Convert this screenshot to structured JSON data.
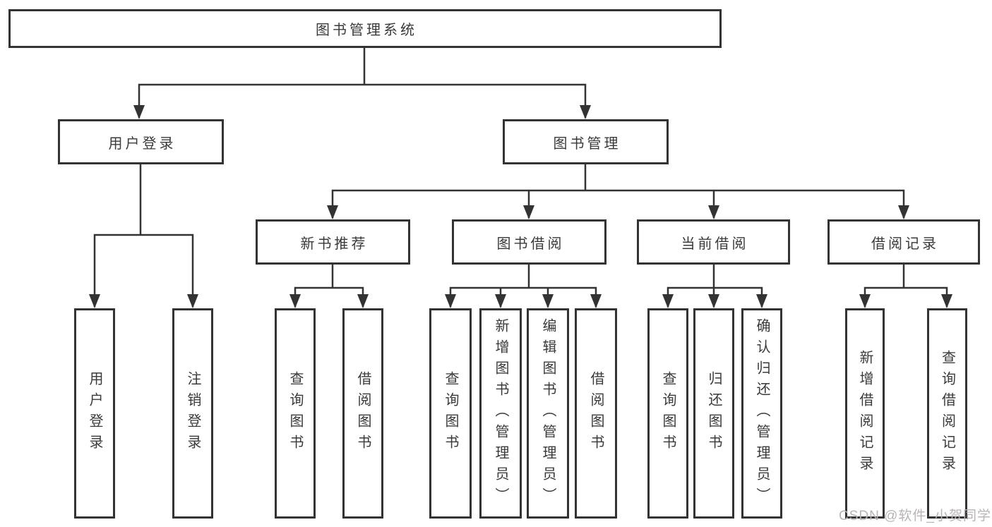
{
  "diagram": {
    "title_node": "图书管理系统",
    "root": {
      "label": "图书管理系统"
    },
    "branches": [
      {
        "label": "用户登录",
        "children": [
          {
            "label": "用户登录"
          },
          {
            "label": "注销登录"
          }
        ]
      },
      {
        "label": "图书管理",
        "sections": [
          {
            "label": "新书推荐",
            "children": [
              {
                "label": "查询图书"
              },
              {
                "label": "借阅图书"
              }
            ]
          },
          {
            "label": "图书借阅",
            "children": [
              {
                "label": "查询图书"
              },
              {
                "label": "新增图书（管理员）"
              },
              {
                "label": "编辑图书（管理员）"
              },
              {
                "label": "借阅图书"
              }
            ]
          },
          {
            "label": "当前借阅",
            "children": [
              {
                "label": "查询图书"
              },
              {
                "label": "归还图书"
              },
              {
                "label": "确认归还（管理员）"
              }
            ]
          },
          {
            "label": "借阅记录",
            "children": [
              {
                "label": "新增借阅记录"
              },
              {
                "label": "查询借阅记录"
              }
            ]
          }
        ]
      }
    ]
  },
  "watermark": {
    "text": "CSDN @软件_小贺同学"
  },
  "colors": {
    "line": "#333333",
    "text": "#3a3a3a",
    "watermark": "#b8b4b4",
    "background": "#ffffff"
  }
}
